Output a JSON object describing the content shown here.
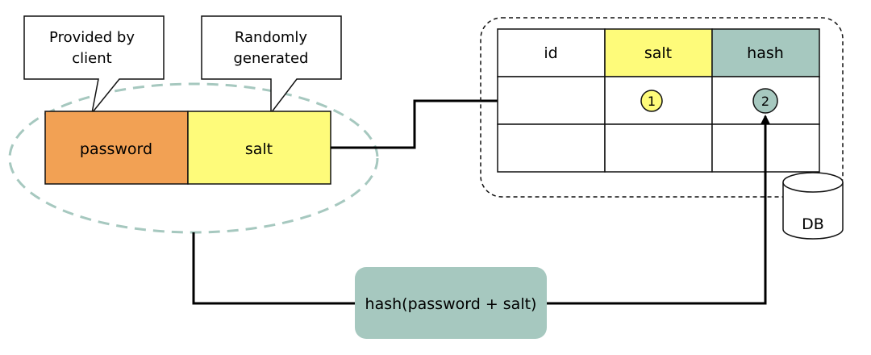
{
  "callouts": {
    "client_line1": "Provided by",
    "client_line2": "client",
    "random_line1": "Randomly",
    "random_line2": "generated"
  },
  "input_block": {
    "password_label": "password",
    "salt_label": "salt"
  },
  "db_table": {
    "headers": [
      "id",
      "salt",
      "hash"
    ],
    "marker_1": "1",
    "marker_2": "2"
  },
  "db_label": "DB",
  "hash_box_label": "hash(password + salt)",
  "colors": {
    "password_fill": "#f2a154",
    "salt_fill": "#fefb7a",
    "hash_fill": "#a6c8bf",
    "dashed_outline": "#a6c8bf",
    "line": "#000000"
  }
}
